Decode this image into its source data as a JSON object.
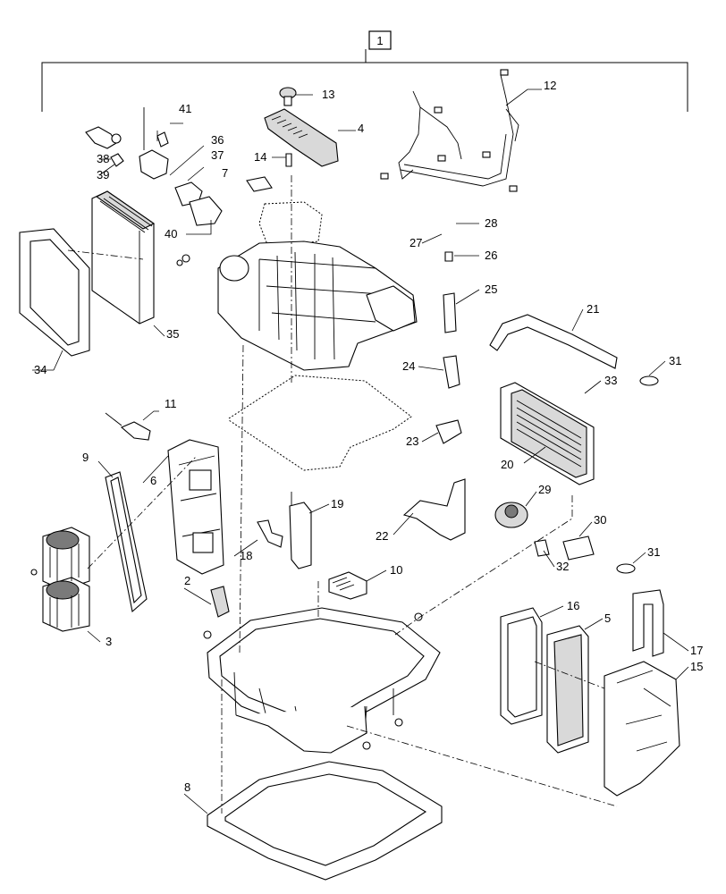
{
  "diagram": {
    "assembly_number": "1",
    "callouts": {
      "c1": "1",
      "c2": "2",
      "c3": "3",
      "c4": "4",
      "c5": "5",
      "c6": "6",
      "c7": "7",
      "c8": "8",
      "c9": "9",
      "c10": "10",
      "c11": "11",
      "c12": "12",
      "c13": "13",
      "c14": "14",
      "c15": "15",
      "c16": "16",
      "c17": "17",
      "c18": "18",
      "c19": "19",
      "c20": "20",
      "c21": "21",
      "c22": "22",
      "c23": "23",
      "c24": "24",
      "c25": "25",
      "c26": "26",
      "c27": "27",
      "c28": "28",
      "c29": "29",
      "c30": "30",
      "c31a": "31",
      "c31b": "31",
      "c32": "32",
      "c33": "33",
      "c34": "34",
      "c35": "35",
      "c36": "36",
      "c37": "37",
      "c38": "38",
      "c39": "39",
      "c40": "40",
      "c41": "41"
    }
  }
}
